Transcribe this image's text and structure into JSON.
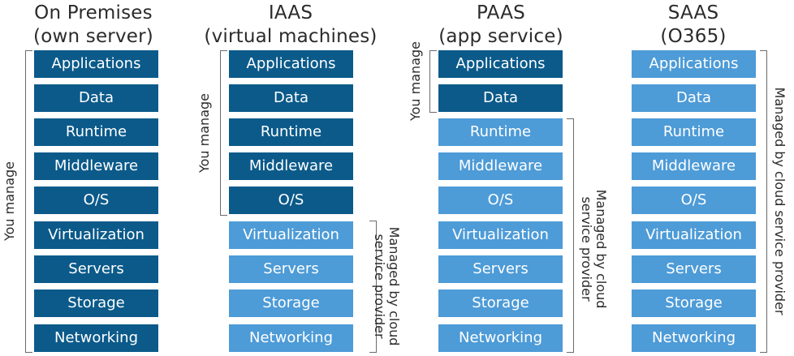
{
  "titles": {
    "onprem": [
      "On Premises",
      "(own server)"
    ],
    "iaas": [
      "IAAS",
      "(virtual machines)"
    ],
    "paas": [
      "PAAS",
      "(app service)"
    ],
    "saas": [
      "SAAS",
      "(O365)"
    ]
  },
  "layers": [
    "Applications",
    "Data",
    "Runtime",
    "Middleware",
    "O/S",
    "Virtualization",
    "Servers",
    "Storage",
    "Networking"
  ],
  "labels": {
    "you_manage": "You manage",
    "managed_by_provider_iaas": [
      "Managed by cloud",
      "service provider"
    ],
    "managed_by_provider_paas": [
      "Managed by cloud",
      "service provider"
    ],
    "managed_by_provider_saas": "Managed by cloud service provider"
  },
  "colors": {
    "you_manage": "#0b5a8a",
    "provider_managed": "#4d9bd7"
  }
}
